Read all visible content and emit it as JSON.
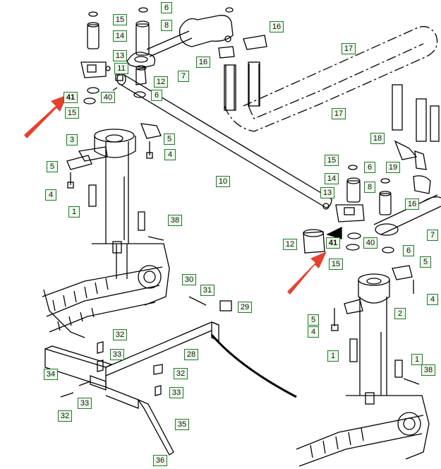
{
  "diagram": {
    "highlight_color": "#e8402f",
    "callout_border_color": "#1f7a2a",
    "callouts": [
      "15",
      "6",
      "14",
      "8",
      "16",
      "13",
      "11",
      "12",
      "7",
      "41",
      "40",
      "15",
      "6",
      "16",
      "17",
      "17",
      "3",
      "5",
      "4",
      "1",
      "38",
      "10",
      "5",
      "4",
      "18",
      "19",
      "15",
      "6",
      "14",
      "8",
      "16",
      "13",
      "7",
      "12",
      "41",
      "40",
      "6",
      "15",
      "5",
      "4",
      "5",
      "2",
      "4",
      "1",
      "38",
      "1",
      "30",
      "31",
      "29",
      "32",
      "33",
      "28",
      "34",
      "32",
      "33",
      "32",
      "33",
      "35",
      "36"
    ]
  }
}
